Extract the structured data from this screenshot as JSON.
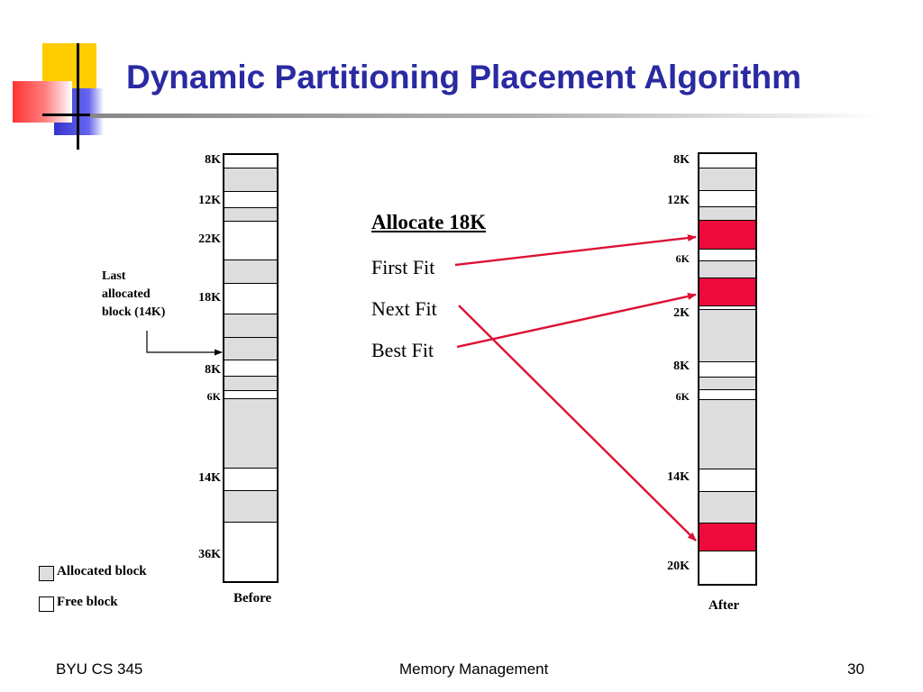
{
  "title": "Dynamic Partitioning Placement Algorithm",
  "colors": {
    "title": "#2a2aa2",
    "allocated": "#dddddd",
    "free": "#ffffff",
    "new_allocation": "#ee0a3c",
    "arrow": "#dd1133"
  },
  "before": {
    "caption": "Before",
    "labels": [
      "8K",
      "12K",
      "22K",
      "18K",
      "8K",
      "6K",
      "14K",
      "36K"
    ],
    "blocks": [
      {
        "type": "free",
        "size": "8K"
      },
      {
        "type": "allocated"
      },
      {
        "type": "free",
        "size": "12K"
      },
      {
        "type": "allocated"
      },
      {
        "type": "free",
        "size": "22K"
      },
      {
        "type": "allocated"
      },
      {
        "type": "free",
        "size": "18K"
      },
      {
        "type": "allocated"
      },
      {
        "type": "allocated",
        "note": "Last allocated block (14K)"
      },
      {
        "type": "free",
        "size": "8K"
      },
      {
        "type": "allocated"
      },
      {
        "type": "free",
        "size": "6K"
      },
      {
        "type": "allocated"
      },
      {
        "type": "free",
        "size": "14K"
      },
      {
        "type": "allocated"
      },
      {
        "type": "free",
        "size": "36K"
      }
    ]
  },
  "after": {
    "caption": "After",
    "labels": [
      "8K",
      "12K",
      "6K",
      "2K",
      "8K",
      "6K",
      "14K",
      "20K"
    ],
    "blocks": [
      {
        "type": "free",
        "size": "8K"
      },
      {
        "type": "allocated"
      },
      {
        "type": "free",
        "size": "12K"
      },
      {
        "type": "allocated"
      },
      {
        "type": "new",
        "method": "First Fit"
      },
      {
        "type": "free",
        "size": "6K"
      },
      {
        "type": "allocated"
      },
      {
        "type": "new",
        "method": "Best Fit"
      },
      {
        "type": "free",
        "size": "2K"
      },
      {
        "type": "allocated"
      },
      {
        "type": "free",
        "size": "8K"
      },
      {
        "type": "allocated"
      },
      {
        "type": "free",
        "size": "6K"
      },
      {
        "type": "allocated"
      },
      {
        "type": "free",
        "size": "14K"
      },
      {
        "type": "allocated"
      },
      {
        "type": "new",
        "method": "Next Fit"
      },
      {
        "type": "free",
        "size": "20K"
      }
    ]
  },
  "note": {
    "line1": "Last",
    "line2": "allocated",
    "line3": "block (14K)"
  },
  "request": {
    "heading": "Allocate 18K",
    "options": [
      "First Fit",
      "Next Fit",
      "Best Fit"
    ]
  },
  "legend": {
    "allocated": "Allocated block",
    "free": "Free block"
  },
  "footer": {
    "left": "BYU CS 345",
    "center": "Memory Management",
    "right": "30"
  }
}
